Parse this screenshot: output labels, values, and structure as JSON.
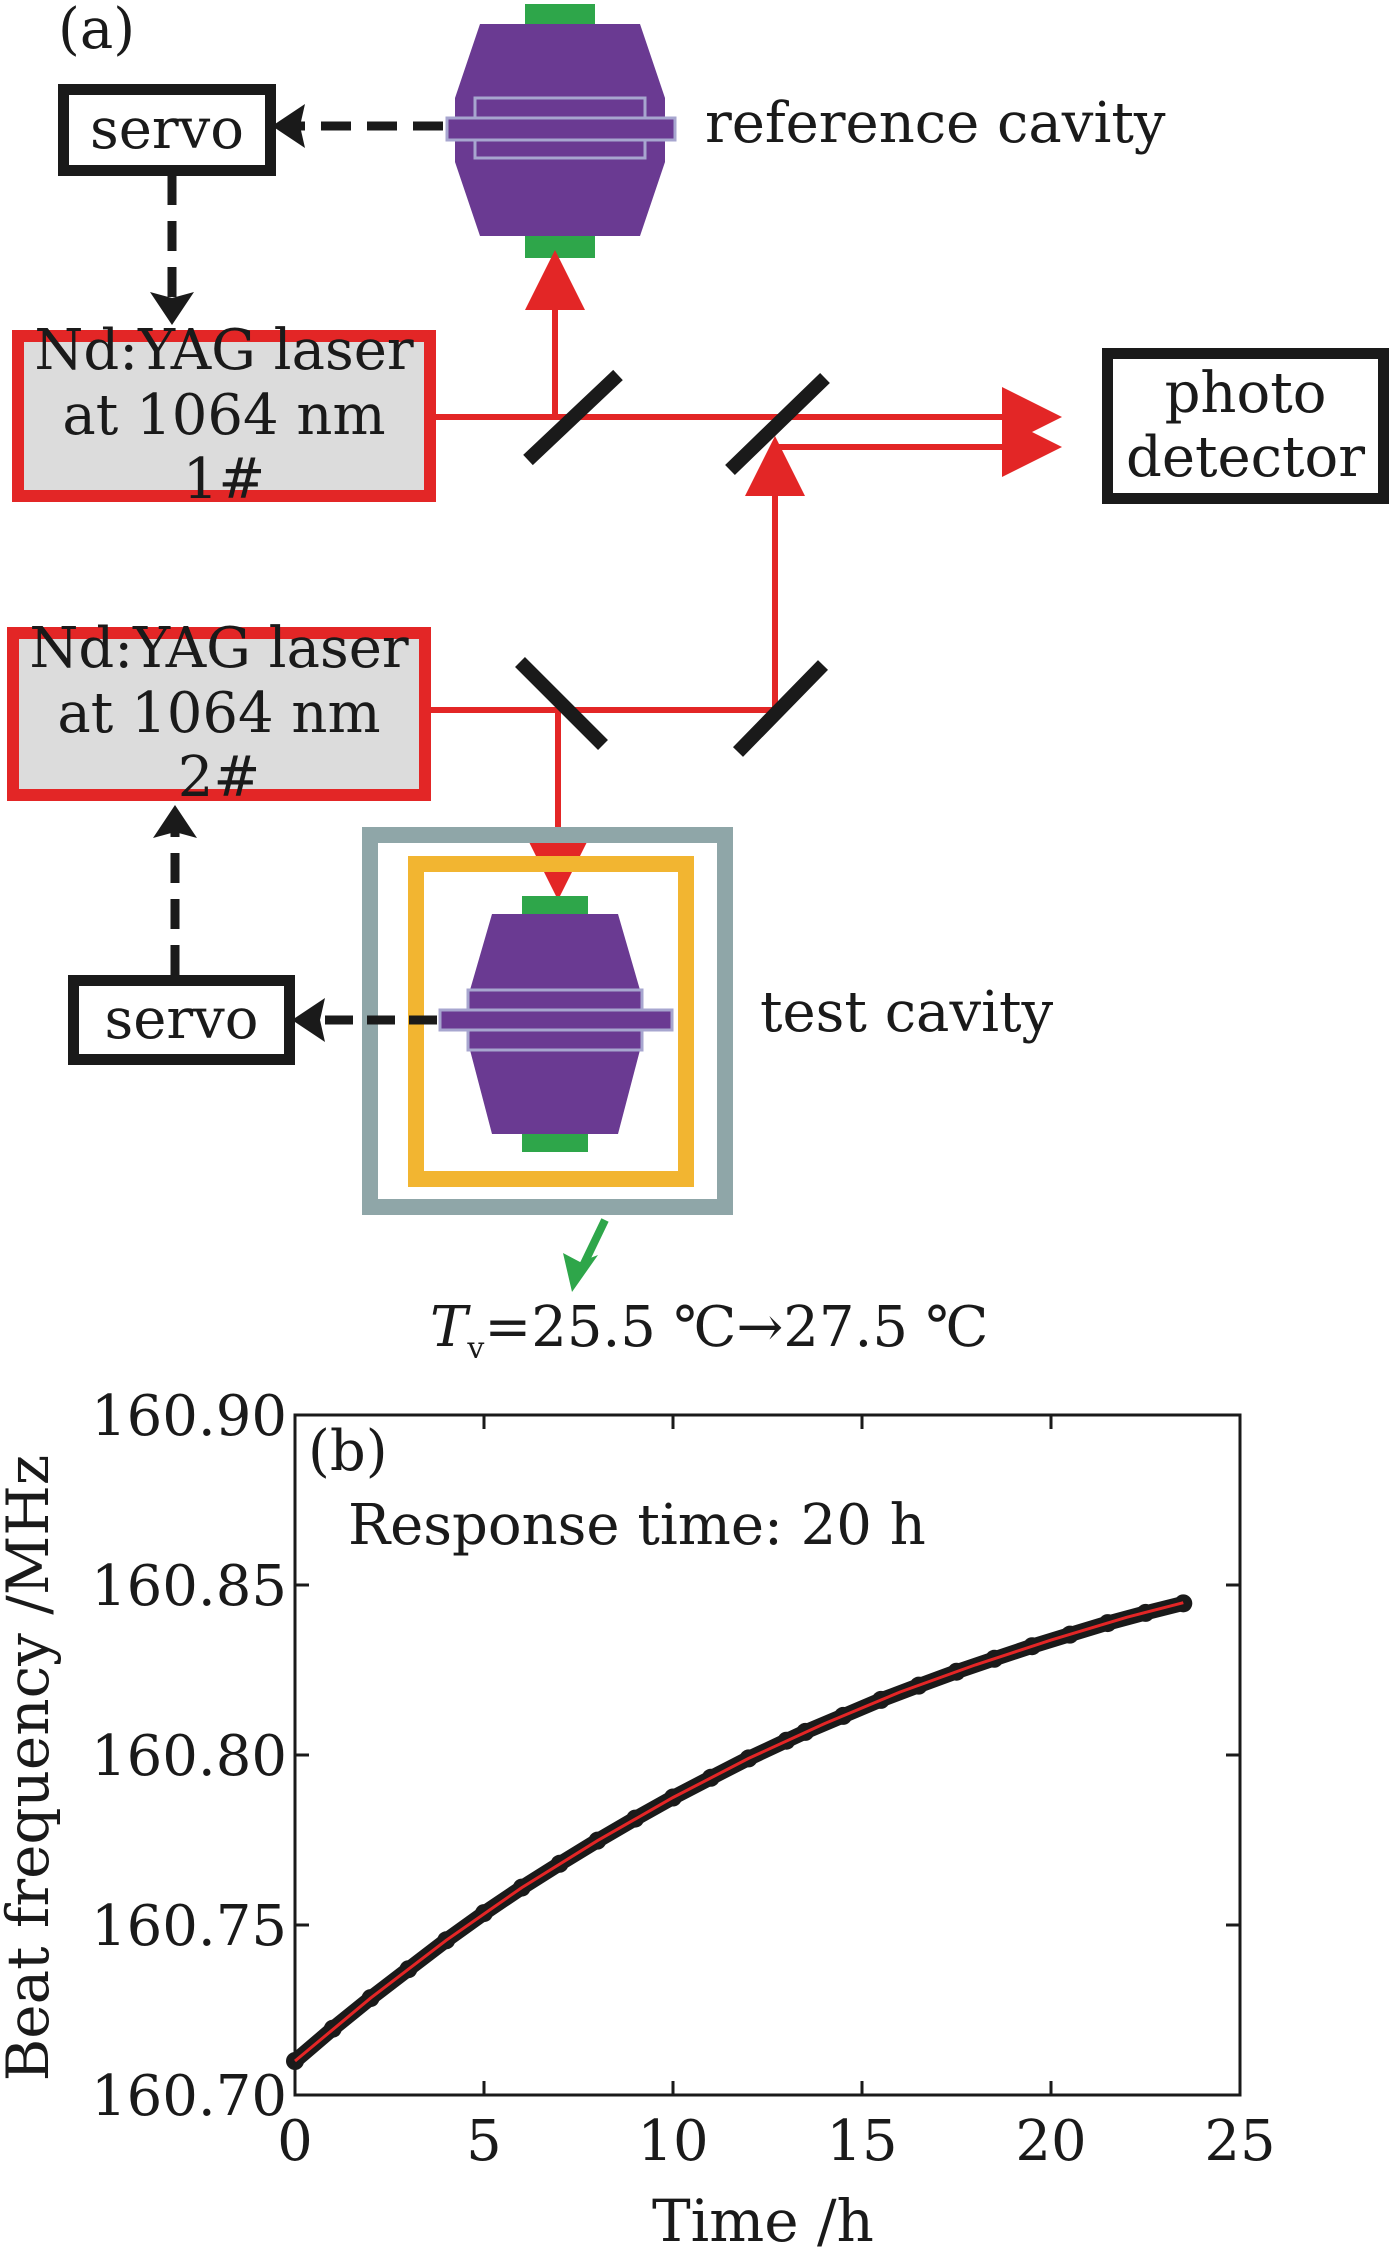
{
  "panel_a": {
    "label": "(a)",
    "servo_top": "servo",
    "reference_cavity": "reference cavity",
    "laser1": {
      "line1": "Nd:YAG laser",
      "line2": "at 1064 nm 1#"
    },
    "laser2": {
      "line1": "Nd:YAG laser",
      "line2": "at 1064 nm 2#"
    },
    "photo_detector": {
      "line1": "photo",
      "line2": "detector"
    },
    "servo_bottom": "servo",
    "test_cavity": "test cavity",
    "temperature": {
      "symbol": "T",
      "subscript": "v",
      "text": "=25.5 ℃→27.5 ℃"
    },
    "colors": {
      "beam": "#e32626",
      "cavity": "#6a3a92",
      "mirror_pad": "#2ea64a",
      "shield_outer": "#8fa6a8",
      "shield_inner": "#f2b531",
      "feedback": "#1a1a1a",
      "temp_arrow": "#2ea64a"
    }
  },
  "chart_data": {
    "type": "scatter",
    "panel_label": "(b)",
    "annotation": "Response time: 20 h",
    "xlabel": "Time /h",
    "ylabel": "Beat frequency /MHz",
    "xlim": [
      0,
      25
    ],
    "ylim": [
      160.7,
      160.9
    ],
    "xticks": [
      "0",
      "5",
      "10",
      "15",
      "20",
      "25"
    ],
    "yticks": [
      "160.70",
      "160.75",
      "160.80",
      "160.85",
      "160.90"
    ],
    "grid": false,
    "series": [
      {
        "style": "points",
        "color": "#1a1a1a",
        "x": [
          0,
          1,
          2,
          3,
          4,
          5,
          6,
          7,
          8,
          9,
          10,
          11,
          12,
          13,
          13.5,
          14.5,
          15.5,
          16.5,
          17.5,
          18.5,
          19.5,
          20.5,
          21.5,
          22.5,
          23.5
        ],
        "y": [
          160.71,
          160.7195,
          160.7285,
          160.737,
          160.7455,
          160.7535,
          160.761,
          160.768,
          160.7748,
          160.7813,
          160.7875,
          160.7933,
          160.799,
          160.8042,
          160.8068,
          160.8115,
          160.8162,
          160.8204,
          160.8245,
          160.8283,
          160.832,
          160.8354,
          160.8388,
          160.8418,
          160.8446
        ]
      },
      {
        "style": "line",
        "color": "#e32626",
        "x": [
          0,
          2,
          4,
          6,
          8,
          10,
          12,
          14,
          16,
          18,
          20,
          22,
          23.5
        ],
        "y": [
          160.71,
          160.7285,
          160.7455,
          160.761,
          160.7748,
          160.7875,
          160.799,
          160.8092,
          160.8185,
          160.8265,
          160.8338,
          160.8405,
          160.8448
        ]
      }
    ]
  }
}
